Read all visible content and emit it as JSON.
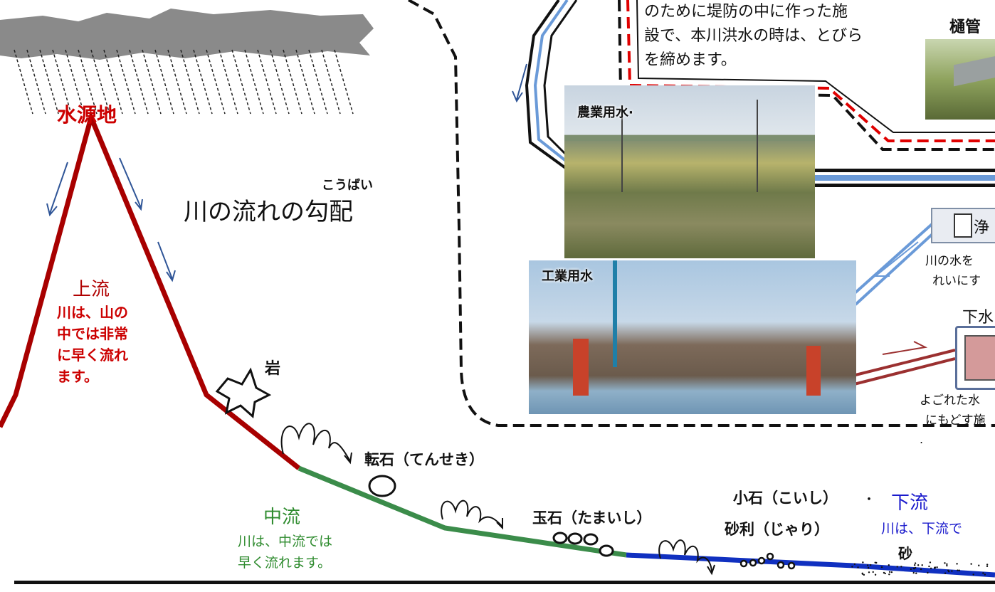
{
  "labels": {
    "source": "水源地",
    "title_ruby": "こうばい",
    "title": "川の流れの勾配",
    "upstream": "上流",
    "upstream_desc": [
      "川は、山の",
      "中では非常",
      "に早く流れ",
      "ます。"
    ],
    "rock": "岩",
    "tenseki": "転石（てんせき）",
    "midstream": "中流",
    "midstream_desc": [
      "川は、中流では",
      "早く流れます。"
    ],
    "tamaishi": "玉石（たまいし）",
    "koishi": "小石（こいし）",
    "dot": "・",
    "jari": "砂利（じゃり）",
    "downstream": "下流",
    "downstream_desc": "川は、下流で",
    "suna": "砂"
  },
  "infobox": {
    "lines": [
      "のために堤防の中に作った施",
      "設で、本川洪水の時は、とびら",
      "を締めます。"
    ]
  },
  "photos": {
    "hikan": "樋管",
    "agri": "農業用水·",
    "industry": "工業用水"
  },
  "facilities": {
    "purify": "浄",
    "purify_desc": [
      "川の水を",
      "れいにす"
    ],
    "sewage": "下水",
    "sewage_desc": [
      "よごれた水",
      "にもどす施"
    ],
    "small_dot": "."
  },
  "colors": {
    "upstream": "#a80000",
    "midstream": "#3b8c4a",
    "downstream": "#1030c0",
    "purify_pipe": "#6a9ad8",
    "sewage_pipe": "#9b3030",
    "dashed_red": "#e00000",
    "cloud": "#8a8a8a",
    "flow_arrow": "#2f5597"
  }
}
